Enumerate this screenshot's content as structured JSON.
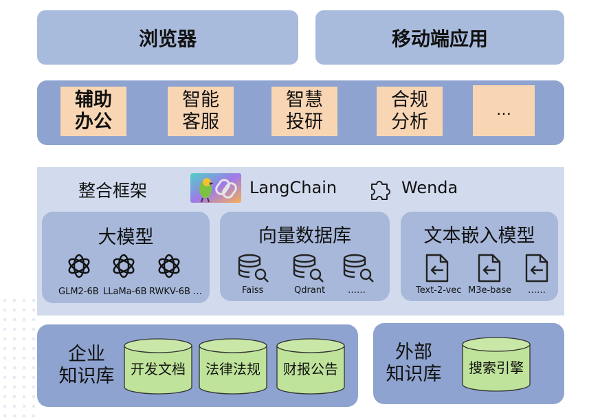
{
  "top": {
    "browser": "浏览器",
    "mobile": "移动端应用"
  },
  "apps": [
    "辅助办公",
    "智能客服",
    "智慧投研",
    "合规分析",
    "…"
  ],
  "apps_lines": [
    [
      "辅助",
      "办公"
    ],
    [
      "智能",
      "客服"
    ],
    [
      "智慧",
      "投研"
    ],
    [
      "合规",
      "分析"
    ],
    [
      "…"
    ]
  ],
  "framework": {
    "label": "整合框架",
    "langchain": "LangChain",
    "wenda": "Wenda"
  },
  "llm": {
    "title": "大模型",
    "items": [
      "GLM2-6B",
      "LLaMa-6B",
      "RWKV-6B …"
    ]
  },
  "vectordb": {
    "title": "向量数据库",
    "items": [
      "Faiss",
      "Qdrant",
      "……"
    ]
  },
  "embed": {
    "title": "文本嵌入模型",
    "items": [
      "Text-2-vec",
      "M3e-base",
      "……"
    ]
  },
  "enterprise_kb": {
    "title_lines": [
      "企业",
      "知识库"
    ],
    "items": [
      "开发文档",
      "法律法规",
      "财报公告"
    ]
  },
  "external_kb": {
    "title_lines": [
      "外部",
      "知识库"
    ],
    "items": [
      "搜索引擎"
    ]
  },
  "colors": {
    "top": "#a9bbdc",
    "band": "#8ea3cf",
    "app": "#f8d6b4",
    "panel": "#d2dbed",
    "sub": "#a7b8da",
    "cylinder": "#bfe39a"
  }
}
